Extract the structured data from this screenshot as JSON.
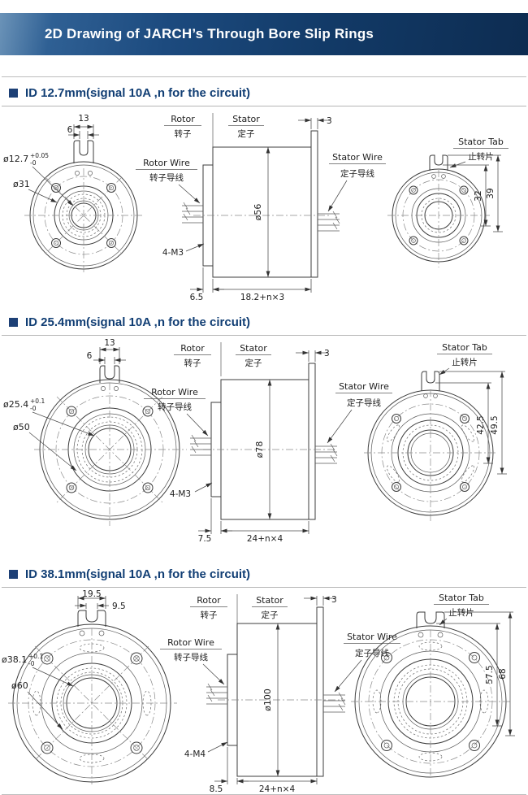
{
  "header": {
    "title": "2D Drawing of JARCH’s Through Bore Slip Rings"
  },
  "shared": {
    "rotor_en": "Rotor",
    "rotor_cn": "转子",
    "stator_en": "Stator",
    "stator_cn": "定子",
    "rotor_wire_en": "Rotor Wire",
    "rotor_wire_cn": "转子导线",
    "stator_wire_en": "Stator Wire",
    "stator_wire_cn": "定子导线",
    "stator_tab_en": "Stator Tab",
    "stator_tab_cn": "止转片"
  },
  "sections": [
    {
      "heading": "ID 12.7mm(signal 10A ,n for the circuit)",
      "dims": {
        "tab_width": "13",
        "notch_width": "6",
        "bore": "ø12.7",
        "bore_tol_top": "+0.05",
        "bore_tol_bottom": "-0",
        "flange_dia": "ø31",
        "body_dia": "ø56",
        "plate_thk": "3",
        "tab_outer": "39",
        "tab_inner": "32",
        "screws": "4-M3",
        "flange_len": "6.5",
        "body_len": "18.2+n×3"
      }
    },
    {
      "heading": "ID 25.4mm(signal 10A ,n for the circuit)",
      "dims": {
        "tab_width": "13",
        "notch_width": "6",
        "bore": "ø25.4",
        "bore_tol_top": "+0.1",
        "bore_tol_bottom": "-0",
        "flange_dia": "ø50",
        "body_dia": "ø78",
        "plate_thk": "3",
        "tab_outer": "49.5",
        "tab_inner": "42.5",
        "screws": "4-M3",
        "flange_len": "7.5",
        "body_len": "24+n×4"
      }
    },
    {
      "heading": "ID 38.1mm(signal 10A ,n for the circuit)",
      "dims": {
        "tab_width": "19.5",
        "notch_width": "9.5",
        "bore": "ø38.1",
        "bore_tol_top": "+0.1",
        "bore_tol_bottom": "-0",
        "flange_dia": "ø60",
        "body_dia": "ø100",
        "plate_thk": "3",
        "tab_outer": "68",
        "tab_inner": "57.5",
        "screws": "4-M4",
        "flange_len": "8.5",
        "body_len": "24+n×4"
      }
    }
  ]
}
